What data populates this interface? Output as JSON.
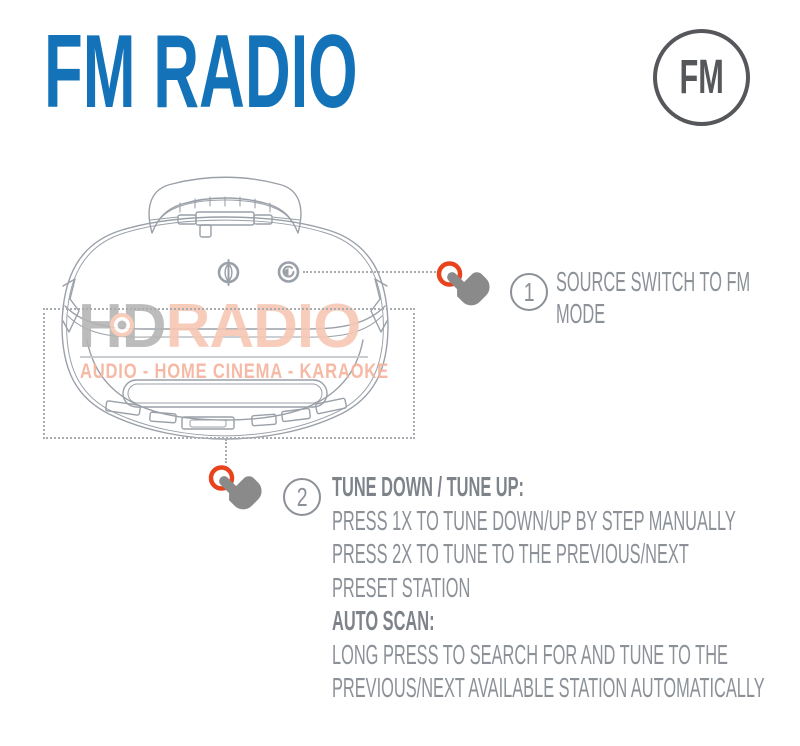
{
  "header": {
    "title": "FM RADIO",
    "badge_label": "FM"
  },
  "watermark": {
    "brand_primary": "HD",
    "brand_secondary": "RADIO",
    "tagline": "AUDIO - HOME CINEMA - KARAOKE"
  },
  "steps": [
    {
      "number": "1",
      "lines": [
        "SOURCE SWITCH TO FM",
        "MODE"
      ]
    },
    {
      "number": "2",
      "lines": [
        "TUNE DOWN / TUNE UP:",
        "PRESS 1X TO TUNE DOWN/UP BY STEP MANUALLY",
        "PRESS 2X TO TUNE TO THE PREVIOUS/NEXT",
        "PRESET STATION",
        "AUTO SCAN:",
        "LONG PRESS TO SEARCH FOR AND TUNE TO THE",
        "PREVIOUS/NEXT AVAILABLE STATION AUTOMATICALLY"
      ]
    }
  ],
  "icons": {
    "fm_badge": "fm-circle-icon",
    "step_pointer": "tap-hand-icon",
    "device_power": "power-knob-icon",
    "device_source": "source-knob-icon",
    "watermark_logo": "target-logo-icon"
  },
  "colors": {
    "title-blue": "#1473b8",
    "badge-gray": "#55575a",
    "text-gray": "#8b9197",
    "text-gray-bold": "#7e838a",
    "accent-orange": "#e8431c",
    "line-art": "#9aa0a8",
    "dash-gray": "#a9acb1",
    "hand-gray": "#8a8a8a",
    "wm-gray": "#b5b5b5",
    "wm-salmon": "#f7c7b4",
    "wm-tagline": "#f5b39c"
  }
}
